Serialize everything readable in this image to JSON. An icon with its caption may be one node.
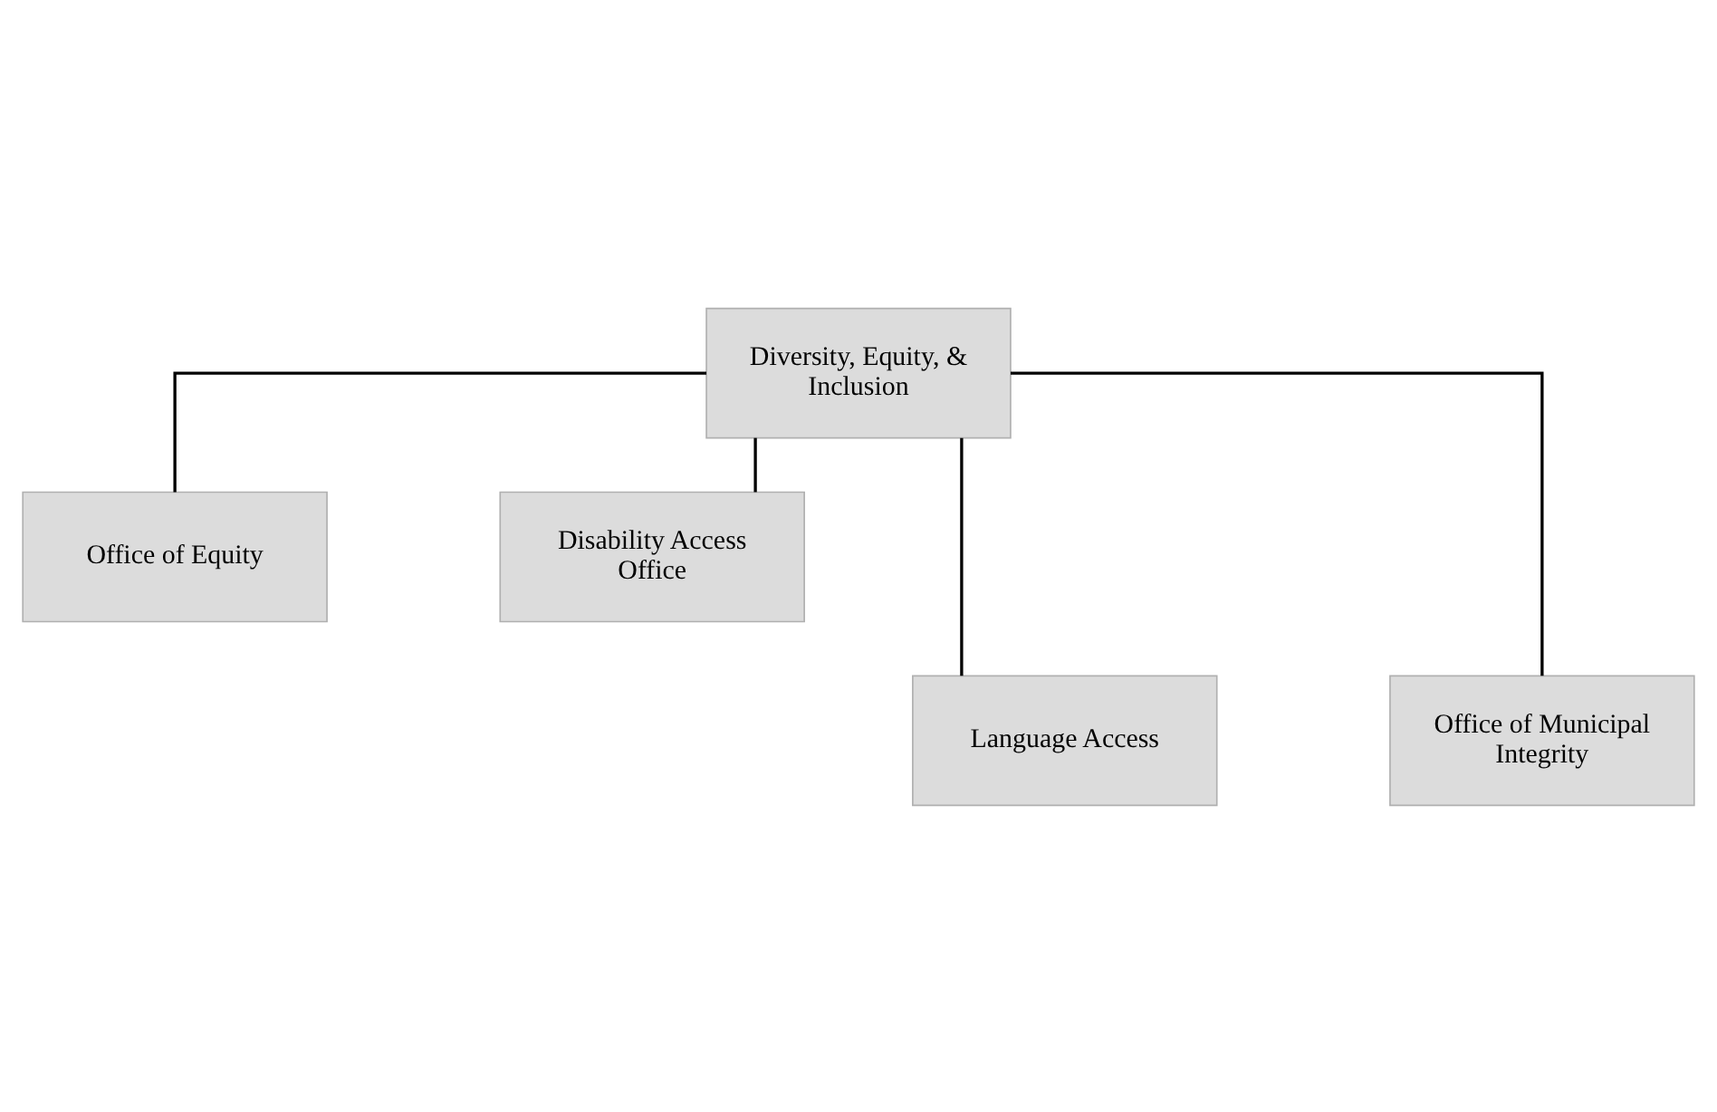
{
  "diagram": {
    "nodes": [
      {
        "text": [
          "Diversity, Equity, & Inclusion"
        ]
      },
      {
        "text": [
          "Office of Equity"
        ]
      },
      {
        "text": [
          "Disability Access Office"
        ]
      },
      {
        "text": [
          "Language Access"
        ]
      },
      {
        "text": [
          "Office of Municipal Integrity"
        ]
      }
    ],
    "edges": [
      {
        "from": 0,
        "to": 1,
        "arrow": "none"
      },
      {
        "from": 0,
        "to": 2,
        "arrow": "none"
      },
      {
        "from": 0,
        "to": 3,
        "arrow": "none"
      },
      {
        "from": 0,
        "to": 4,
        "arrow": "none"
      }
    ]
  }
}
